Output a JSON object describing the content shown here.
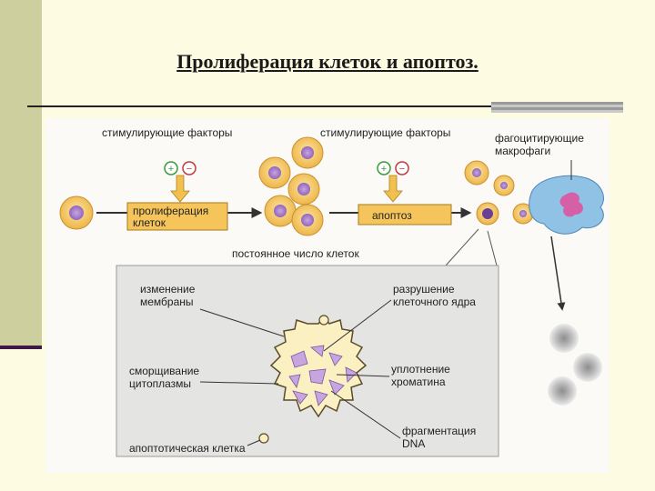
{
  "slide": {
    "title": "Пролиферация клеток и апоптоз."
  },
  "diagram": {
    "label_stim_1": "стимулирующие факторы",
    "label_stim_2": "стимулирующие факторы",
    "label_phago_1": "фагоцитирующие",
    "label_phago_2": "макрофаги",
    "sign_plus": "+",
    "sign_minus": "−",
    "box_prolif_1": "пролиферация",
    "box_prolif_2": "клеток",
    "box_apoptosis": "апоптоз",
    "label_constant": "постоянное число клеток",
    "inset": {
      "membrane_1": "изменение",
      "membrane_2": "мембраны",
      "nucleus_1": "разрушение",
      "nucleus_2": "клеточного ядра",
      "shrink_1": "сморщивание",
      "shrink_2": "цитоплазмы",
      "chromatin_1": "уплотнение",
      "chromatin_2": "хроматина",
      "frag_1": "фрагментация",
      "frag_2": "DNA",
      "cell_label": "апоптотическая клетка"
    },
    "colors": {
      "cell_fill": "#f4c35a",
      "nucleus_fill": "#a77bc9",
      "box_fill": "#f5c45a",
      "macrophage_fill": "#8fc2e5",
      "inset_fill": "#e4e4e2"
    }
  }
}
